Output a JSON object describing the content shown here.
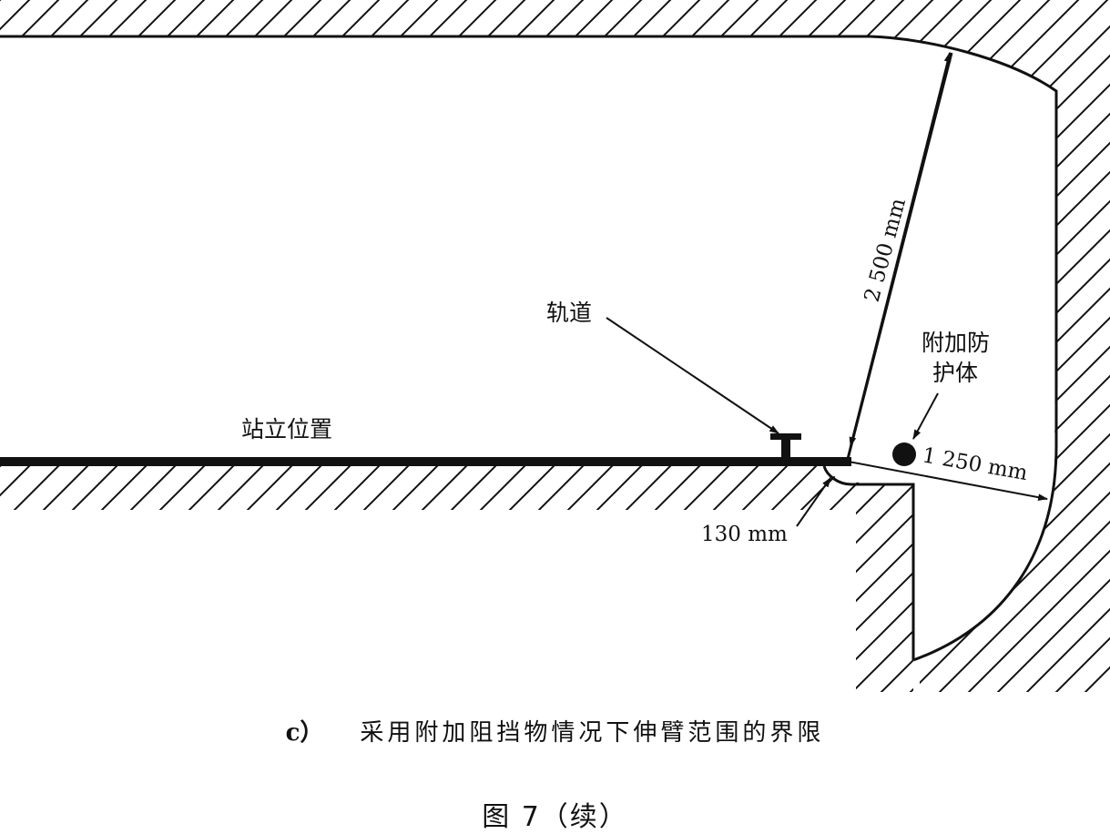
{
  "labels": {
    "track": "轨道",
    "standing_position": "站立位置",
    "guard_line1": "附加防",
    "guard_line2": "护体"
  },
  "dimensions": {
    "reach_height": "2 500 mm",
    "reach_horizontal": "1 250 mm",
    "edge_radius": "130 mm"
  },
  "captions": {
    "sub_letter": "c）",
    "sub_text": "采用附加阻挡物情况下伸臂范围的界限",
    "figure": "图 7（续）"
  }
}
